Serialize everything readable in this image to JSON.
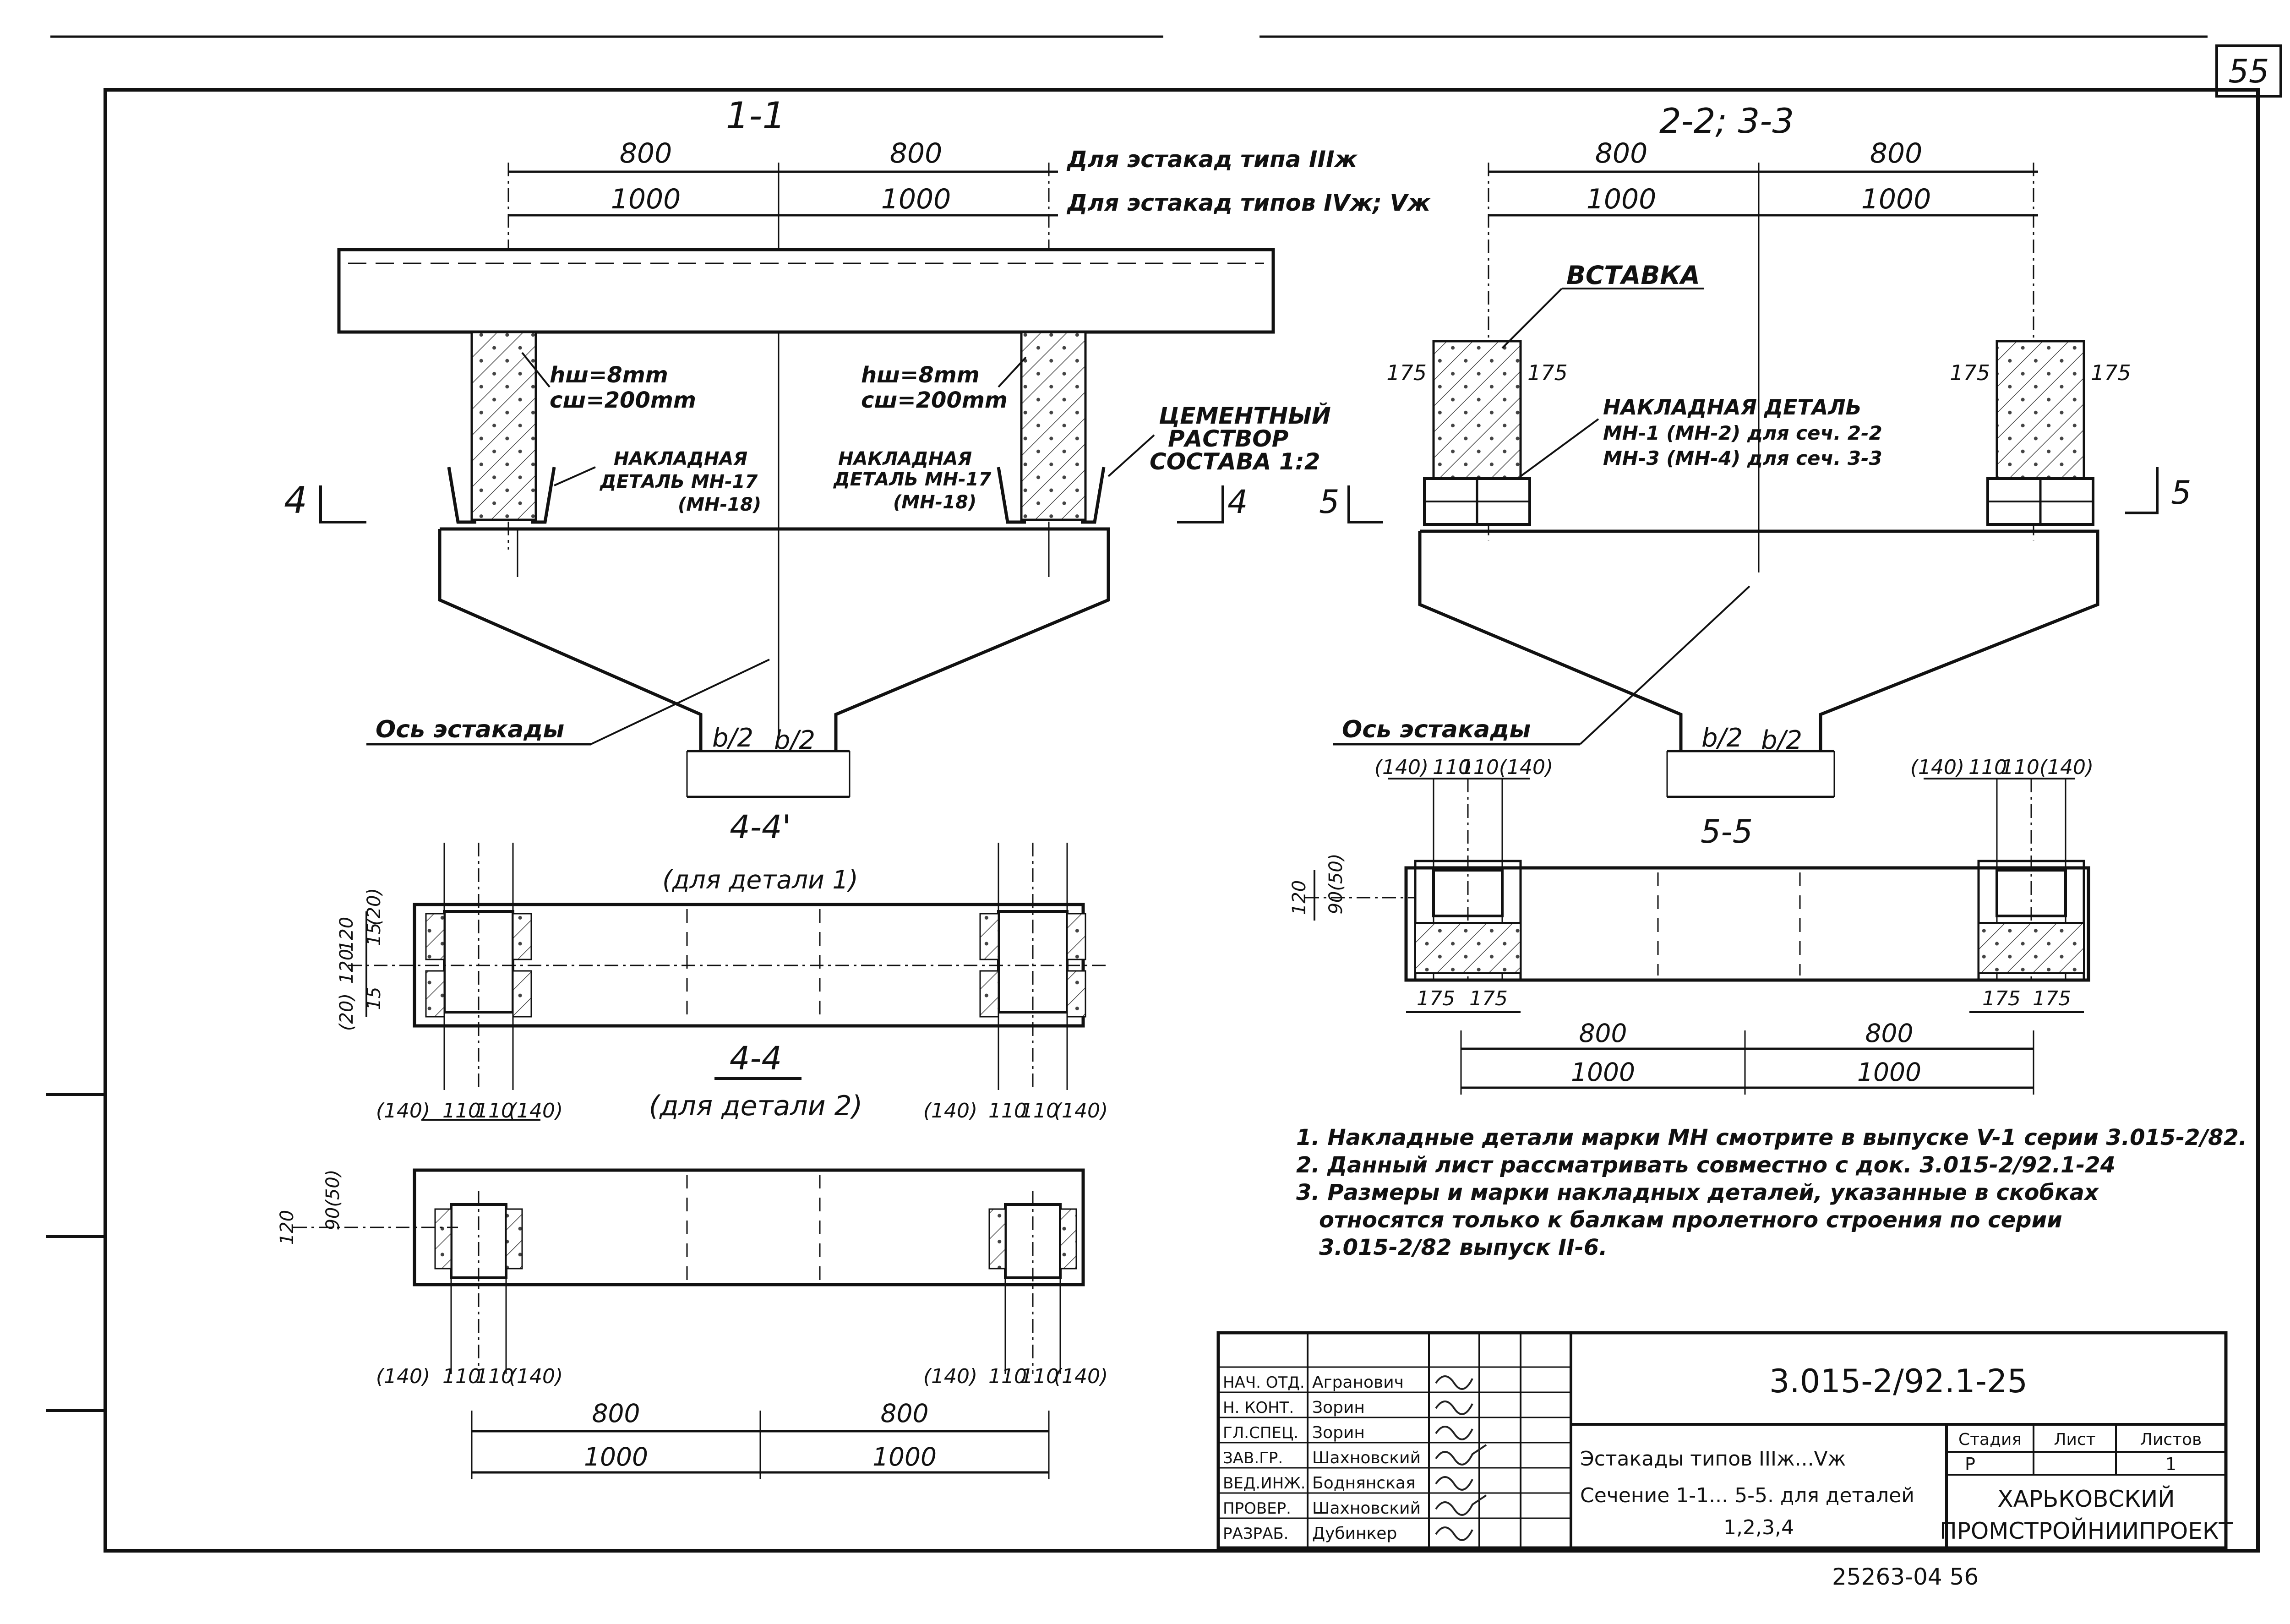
{
  "sheet": {
    "page_number": "55"
  },
  "section_1_1": {
    "title": "1-1",
    "dim_top": [
      "800",
      "800"
    ],
    "dim_bottom": [
      "1000",
      "1000"
    ],
    "note_hsh": "hш=8mm",
    "note_csh": "cш=200mm",
    "note_hsh_r": "hш=8mm",
    "note_csh_r": "cш=200mm",
    "detail_left": [
      "НАКЛАДНАЯ",
      "ДЕТАЛЬ МН-17",
      "(МН-18)"
    ],
    "detail_right": [
      "НАКЛАДНАЯ",
      "ДЕТАЛЬ МН-17",
      "(МН-18)"
    ],
    "mortar": [
      "ЦЕМЕНТНЫЙ",
      "РАСТВОР",
      "СОСТАВА 1:2"
    ],
    "axis_label": "Ось эстакады",
    "b2_left": "b/2",
    "b2_right": "b/2",
    "cut_marker": "4"
  },
  "trestle_notes": {
    "type_3": "Для эстакад типа IIIж",
    "type_4_5": "Для эстакад типов IVж; Vж"
  },
  "section_2_2": {
    "title": "2-2; 3-3",
    "dim_top": [
      "800",
      "800"
    ],
    "dim_bottom": [
      "1000",
      "1000"
    ],
    "insert_label": "ВСТАВКА",
    "detail": [
      "НАКЛАДНАЯ ДЕТАЛЬ",
      "МН-1 (МН-2) для сеч. 2-2",
      "МН-3 (МН-4) для сеч. 3-3"
    ],
    "dim_175": "175",
    "axis_label": "Ось эстакады",
    "b2_left": "b/2",
    "b2_right": "b/2",
    "cut_marker": "5"
  },
  "section_4_4a": {
    "title": "4-4'",
    "subtitle": "(для детали 1)",
    "dims_v": [
      "120",
      "120",
      "15",
      "(20)",
      "(20)",
      "15"
    ],
    "dims_h": [
      "(140)",
      "110",
      "110",
      "(140)"
    ]
  },
  "section_4_4b": {
    "title": "4-4",
    "subtitle": "(для детали 2)",
    "dims_v": [
      "120",
      "90(50)"
    ],
    "dims_h": [
      "(140)",
      "110",
      "110",
      "(140)"
    ],
    "dim_top": [
      "800",
      "800"
    ],
    "dim_bottom": [
      "1000",
      "1000"
    ]
  },
  "section_5_5": {
    "title": "5-5",
    "dims_top": [
      "(140)",
      "110",
      "110(140)",
      "(140)",
      "110",
      "110(140)"
    ],
    "dims_v": [
      "120",
      "90(50)"
    ],
    "dim_175": [
      "175",
      "175",
      "175",
      "175"
    ],
    "dim_top": [
      "800",
      "800"
    ],
    "dim_bottom": [
      "1000",
      "1000"
    ]
  },
  "notes": [
    "1. Накладные детали марки МН смотрите в выпуске V-1 серии 3.015-2/82.",
    "2. Данный лист рассматривать совместно с док. 3.015-2/92.1-24",
    "3. Размеры и марки накладных деталей, указанные в скобках",
    "относятся только к балкам пролетного строения по серии",
    "3.015-2/82 выпуск II-6."
  ],
  "title_block": {
    "doc_code": "3.015-2/92.1-25",
    "title_line1": "Эстакады типов IIIж...Vж",
    "title_line2": "Сечение 1-1... 5-5. для деталей",
    "title_line3": "1,2,3,4",
    "stage_head": "Стадия",
    "sheet_head": "Лист",
    "sheets_head": "Листов",
    "stage": "Р",
    "sheets": "1",
    "org_line1": "ХАРЬКОВСКИЙ",
    "org_line2": "ПРОМСТРОЙНИИПРОЕКТ",
    "roles": [
      {
        "role": "НАЧ. ОТД.",
        "name": "Агранович"
      },
      {
        "role": "Н. КОНТ.",
        "name": "Зорин"
      },
      {
        "role": "ГЛ.СПЕЦ.",
        "name": "Зорин"
      },
      {
        "role": "ЗАВ.ГР.",
        "name": "Шахновский"
      },
      {
        "role": "ВЕД.ИНЖ.",
        "name": "Боднянская"
      },
      {
        "role": "ПРОВЕР.",
        "name": "Шахновский"
      },
      {
        "role": "РАЗРАБ.",
        "name": "Дубинкер"
      }
    ],
    "archive_no": "25263-04   56"
  }
}
